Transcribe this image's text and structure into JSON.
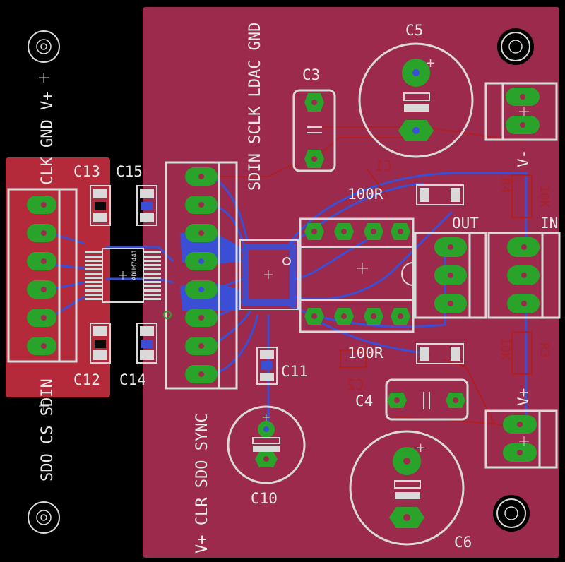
{
  "colors": {
    "background": "#000000",
    "copper_top": "#9b2a4c",
    "copper_fill_left": "#b52a3a",
    "trace_bottom": "#3a4fd6",
    "pad": "#2aa32a",
    "silkscreen": "#d9d9d9"
  },
  "left_connector_labels": {
    "top": "CLK GND V+",
    "bottom": "SDO CS SDIN"
  },
  "main_board_labels": {
    "top_signals": "SDIN SCLK LDAC GND",
    "bottom_signals": "V+ CLR SDO SYNC"
  },
  "components": {
    "c3": "C3",
    "c4": "C4",
    "c5": "C5",
    "c6": "C6",
    "c10": "C10",
    "c11": "C11",
    "c12": "C12",
    "c13": "C13",
    "c14": "C14",
    "c15": "C15",
    "r_top": "100R",
    "r_bottom": "100R",
    "out": "OUT",
    "in": "IN",
    "v_minus": "V-",
    "v_plus": "V+",
    "chip_text": "ADUM7441",
    "mirror_c1": "C1",
    "mirror_c2": "C2",
    "mirror_r4": "R4",
    "mirror_r3": "R3",
    "mirror_10k_top": "10K",
    "mirror_10k_bottom": "10K"
  }
}
